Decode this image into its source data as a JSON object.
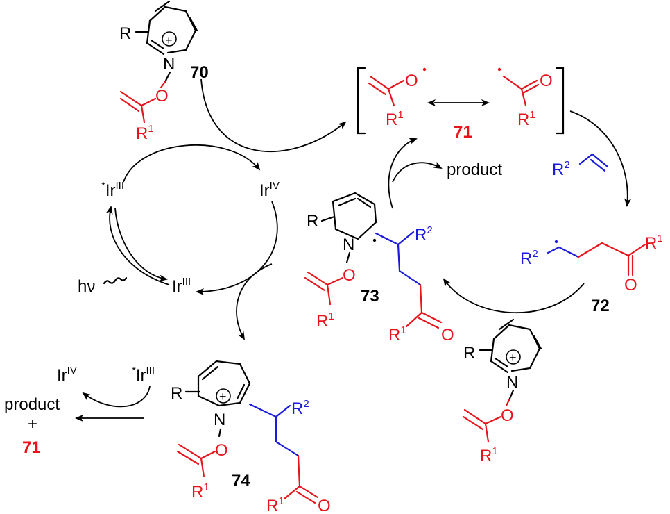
{
  "labels": {
    "R": "R",
    "R1": "R",
    "R1_sup": "1",
    "R2": "R",
    "R2_sup": "2",
    "N": "N",
    "O": "O",
    "plus": "+",
    "ir": "Ir",
    "star": "*",
    "ir_III": "III",
    "ir_IV": "IV",
    "hv": "hν",
    "product": "product",
    "product_plus": "+"
  },
  "compounds": {
    "c70": "70",
    "c71": "71",
    "c72": "72",
    "c73": "73",
    "c74": "74"
  },
  "colors": {
    "black": "#000000",
    "red": "#e8141b",
    "blue": "#1a1adb"
  }
}
